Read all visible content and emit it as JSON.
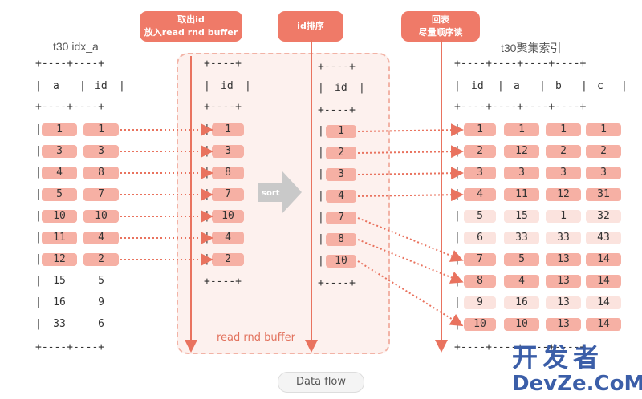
{
  "labels": {
    "pill_left": [
      "取出id",
      "放入read rnd buffer"
    ],
    "pill_mid": [
      "id排序"
    ],
    "pill_right": [
      "回表",
      "尽量顺序读"
    ],
    "table_left_title": "t30 idx_a",
    "table_right_title": "t30聚集索引",
    "buffer_label": "read rnd buffer",
    "sort_label": "sort",
    "data_flow": "Data flow",
    "watermark_line1": "开发者",
    "watermark_line2": "DevZe.CoM"
  },
  "ascii": {
    "border2": "+----+----+",
    "border1": "+----+",
    "border4": "+----+----+----+----+",
    "row_prefix": "|",
    "row_suffix": "|"
  },
  "table_left": {
    "columns": [
      "a",
      "id"
    ],
    "rows": [
      [
        "1",
        "1"
      ],
      [
        "3",
        "3"
      ],
      [
        "4",
        "8"
      ],
      [
        "5",
        "7"
      ],
      [
        "10",
        "10"
      ],
      [
        "11",
        "4"
      ],
      [
        "12",
        "2"
      ],
      [
        "15",
        "5"
      ],
      [
        "16",
        "9"
      ],
      [
        "33",
        "6"
      ]
    ],
    "highlighted_count": 7
  },
  "buffer_col": {
    "column": "id",
    "values": [
      "1",
      "3",
      "8",
      "7",
      "10",
      "4",
      "2"
    ]
  },
  "sorted_col": {
    "column": "id",
    "values": [
      "1",
      "2",
      "3",
      "4",
      "7",
      "8",
      "10"
    ]
  },
  "table_right": {
    "columns": [
      "id",
      "a",
      "b",
      "c"
    ],
    "rows": [
      [
        "1",
        "1",
        "1",
        "1"
      ],
      [
        "2",
        "12",
        "2",
        "2"
      ],
      [
        "3",
        "3",
        "3",
        "3"
      ],
      [
        "4",
        "11",
        "12",
        "31"
      ],
      [
        "5",
        "15",
        "1",
        "32"
      ],
      [
        "6",
        "33",
        "33",
        "43"
      ],
      [
        "7",
        "5",
        "13",
        "14"
      ],
      [
        "8",
        "4",
        "13",
        "14"
      ],
      [
        "9",
        "16",
        "13",
        "14"
      ],
      [
        "10",
        "10",
        "13",
        "14"
      ]
    ],
    "highlighted_ids": [
      "1",
      "2",
      "3",
      "4",
      "7",
      "8",
      "10"
    ]
  },
  "colors": {
    "accent": "#ef7a68",
    "highlight": "#f6b0a4",
    "light": "#fbe3de",
    "arrow": "#e9735f"
  }
}
